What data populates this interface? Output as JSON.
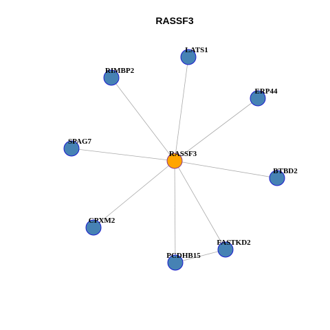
{
  "title": "RASSF3",
  "colors": {
    "center_fill": "#ffa500",
    "center_stroke": "#8b3a8b",
    "node_fill": "#4682b4",
    "node_stroke": "#1a1acd",
    "edge": "#a9a9a9"
  },
  "nodes": [
    {
      "id": "RASSF3",
      "label": "RASSF3",
      "center": true
    },
    {
      "id": "LATS1",
      "label": "LATS1"
    },
    {
      "id": "RIMBP2",
      "label": "RIMBP2"
    },
    {
      "id": "ERP44",
      "label": "ERP44"
    },
    {
      "id": "SPAG7",
      "label": "SPAG7"
    },
    {
      "id": "BTBD2",
      "label": "BTBD2"
    },
    {
      "id": "CPXM2",
      "label": "CPXM2"
    },
    {
      "id": "FASTKD2",
      "label": "FASTKD2"
    },
    {
      "id": "PCDHB15",
      "label": "PCDHB15"
    }
  ],
  "edges": [
    [
      "RASSF3",
      "LATS1"
    ],
    [
      "RASSF3",
      "RIMBP2"
    ],
    [
      "RASSF3",
      "ERP44"
    ],
    [
      "RASSF3",
      "SPAG7"
    ],
    [
      "RASSF3",
      "BTBD2"
    ],
    [
      "RASSF3",
      "CPXM2"
    ],
    [
      "RASSF3",
      "FASTKD2"
    ],
    [
      "RASSF3",
      "PCDHB15"
    ],
    [
      "FASTKD2",
      "PCDHB15"
    ]
  ]
}
